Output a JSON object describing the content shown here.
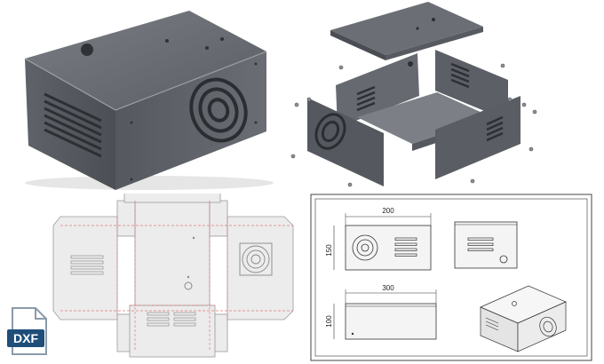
{
  "file_badge": {
    "label": "DXF",
    "icon": "file-icon"
  },
  "drawing": {
    "front_view": {
      "width_dim": "200",
      "height_dim": "150"
    },
    "top_view": {
      "length_dim": "300",
      "height_dim": "100"
    }
  },
  "colors": {
    "steel_dark": "#4f5359",
    "steel_mid": "#666a70",
    "steel_light": "#8b8f95",
    "flat_fill": "#eaeaea",
    "fold_line": "#e07a7a",
    "badge_blue": "#1f4e79"
  }
}
